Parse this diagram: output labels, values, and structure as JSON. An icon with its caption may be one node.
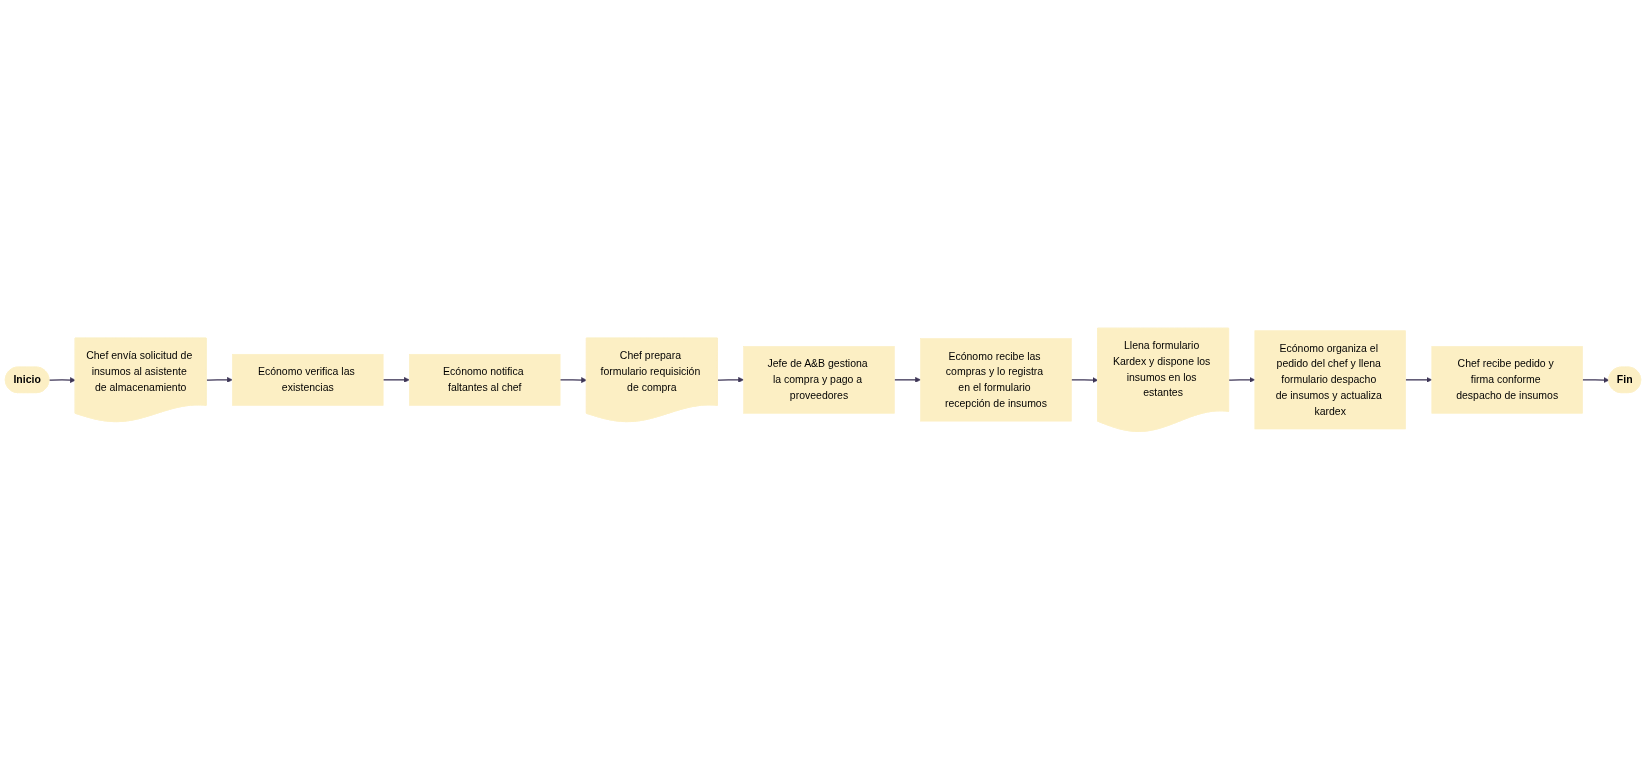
{
  "diagram": {
    "nodes": [
      {
        "text": [
          "Inicio"
        ]
      },
      {
        "text": [
          "Chef envía solicitud de insumos al asistente de almacenamiento"
        ]
      },
      {
        "text": [
          "Ecónomo verifica las existencias"
        ]
      },
      {
        "text": [
          "Ecónomo notifica faltantes al chef"
        ]
      },
      {
        "text": [
          "Chef prepara formulario requisición de compra"
        ]
      },
      {
        "text": [
          "Jefe de A&B gestiona la compra y pago a proveedores"
        ]
      },
      {
        "text": [
          "Ecónomo recibe las compras y lo registra en el formulario recepción de insumos"
        ]
      },
      {
        "text": [
          "Llena formulario Kardex y dispone los insumos en los estantes"
        ]
      },
      {
        "text": [
          "Ecónomo organiza el pedido del chef y llena formulario despacho de insumos y actualiza kardex"
        ]
      },
      {
        "text": [
          "Chef recibe pedido y firma conforme despacho de insumos"
        ]
      },
      {
        "text": [
          "Fin"
        ]
      }
    ],
    "edges": [
      {
        "from": 0,
        "to": 1,
        "arrow": "to"
      },
      {
        "from": 1,
        "to": 2,
        "arrow": "to"
      },
      {
        "from": 2,
        "to": 3,
        "arrow": "to"
      },
      {
        "from": 3,
        "to": 4,
        "arrow": "to"
      },
      {
        "from": 4,
        "to": 5,
        "arrow": "to"
      },
      {
        "from": 5,
        "to": 6,
        "arrow": "to"
      },
      {
        "from": 6,
        "to": 7,
        "arrow": "to"
      },
      {
        "from": 7,
        "to": 8,
        "arrow": "to"
      },
      {
        "from": 8,
        "to": 9,
        "arrow": "to"
      },
      {
        "from": 9,
        "to": 10,
        "arrow": "to"
      }
    ]
  }
}
